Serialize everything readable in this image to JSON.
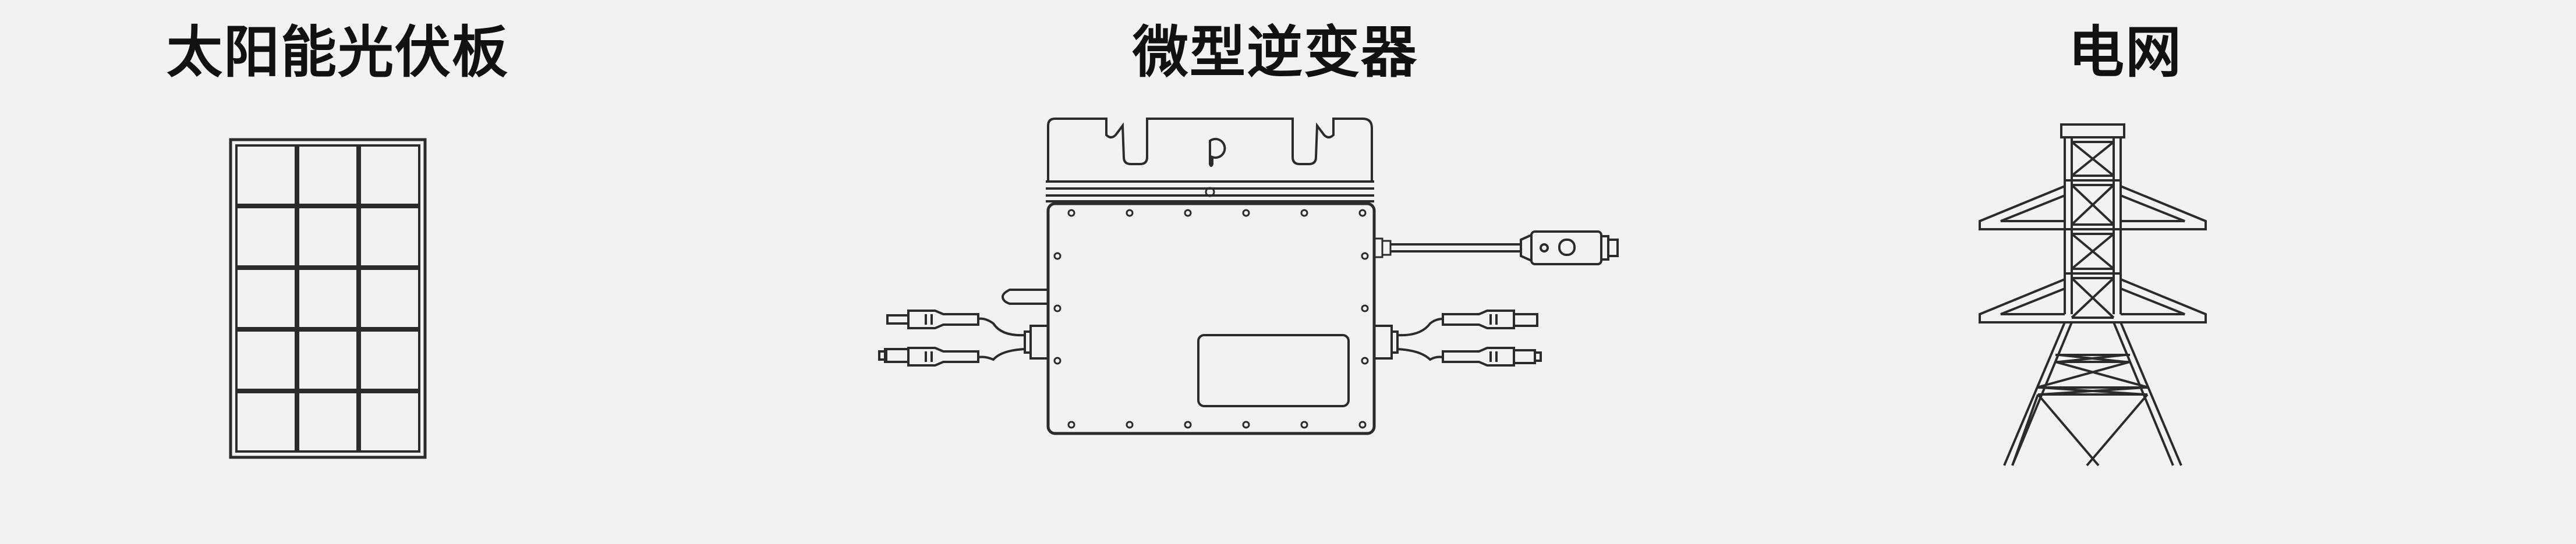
{
  "titles": {
    "solar_panel": "太阳能光伏板",
    "micro_inverter": "微型逆变器",
    "power_grid": "电网"
  },
  "colors": {
    "background": "#f2f2f2",
    "line": "#2b2b2b",
    "text": "#111111"
  }
}
